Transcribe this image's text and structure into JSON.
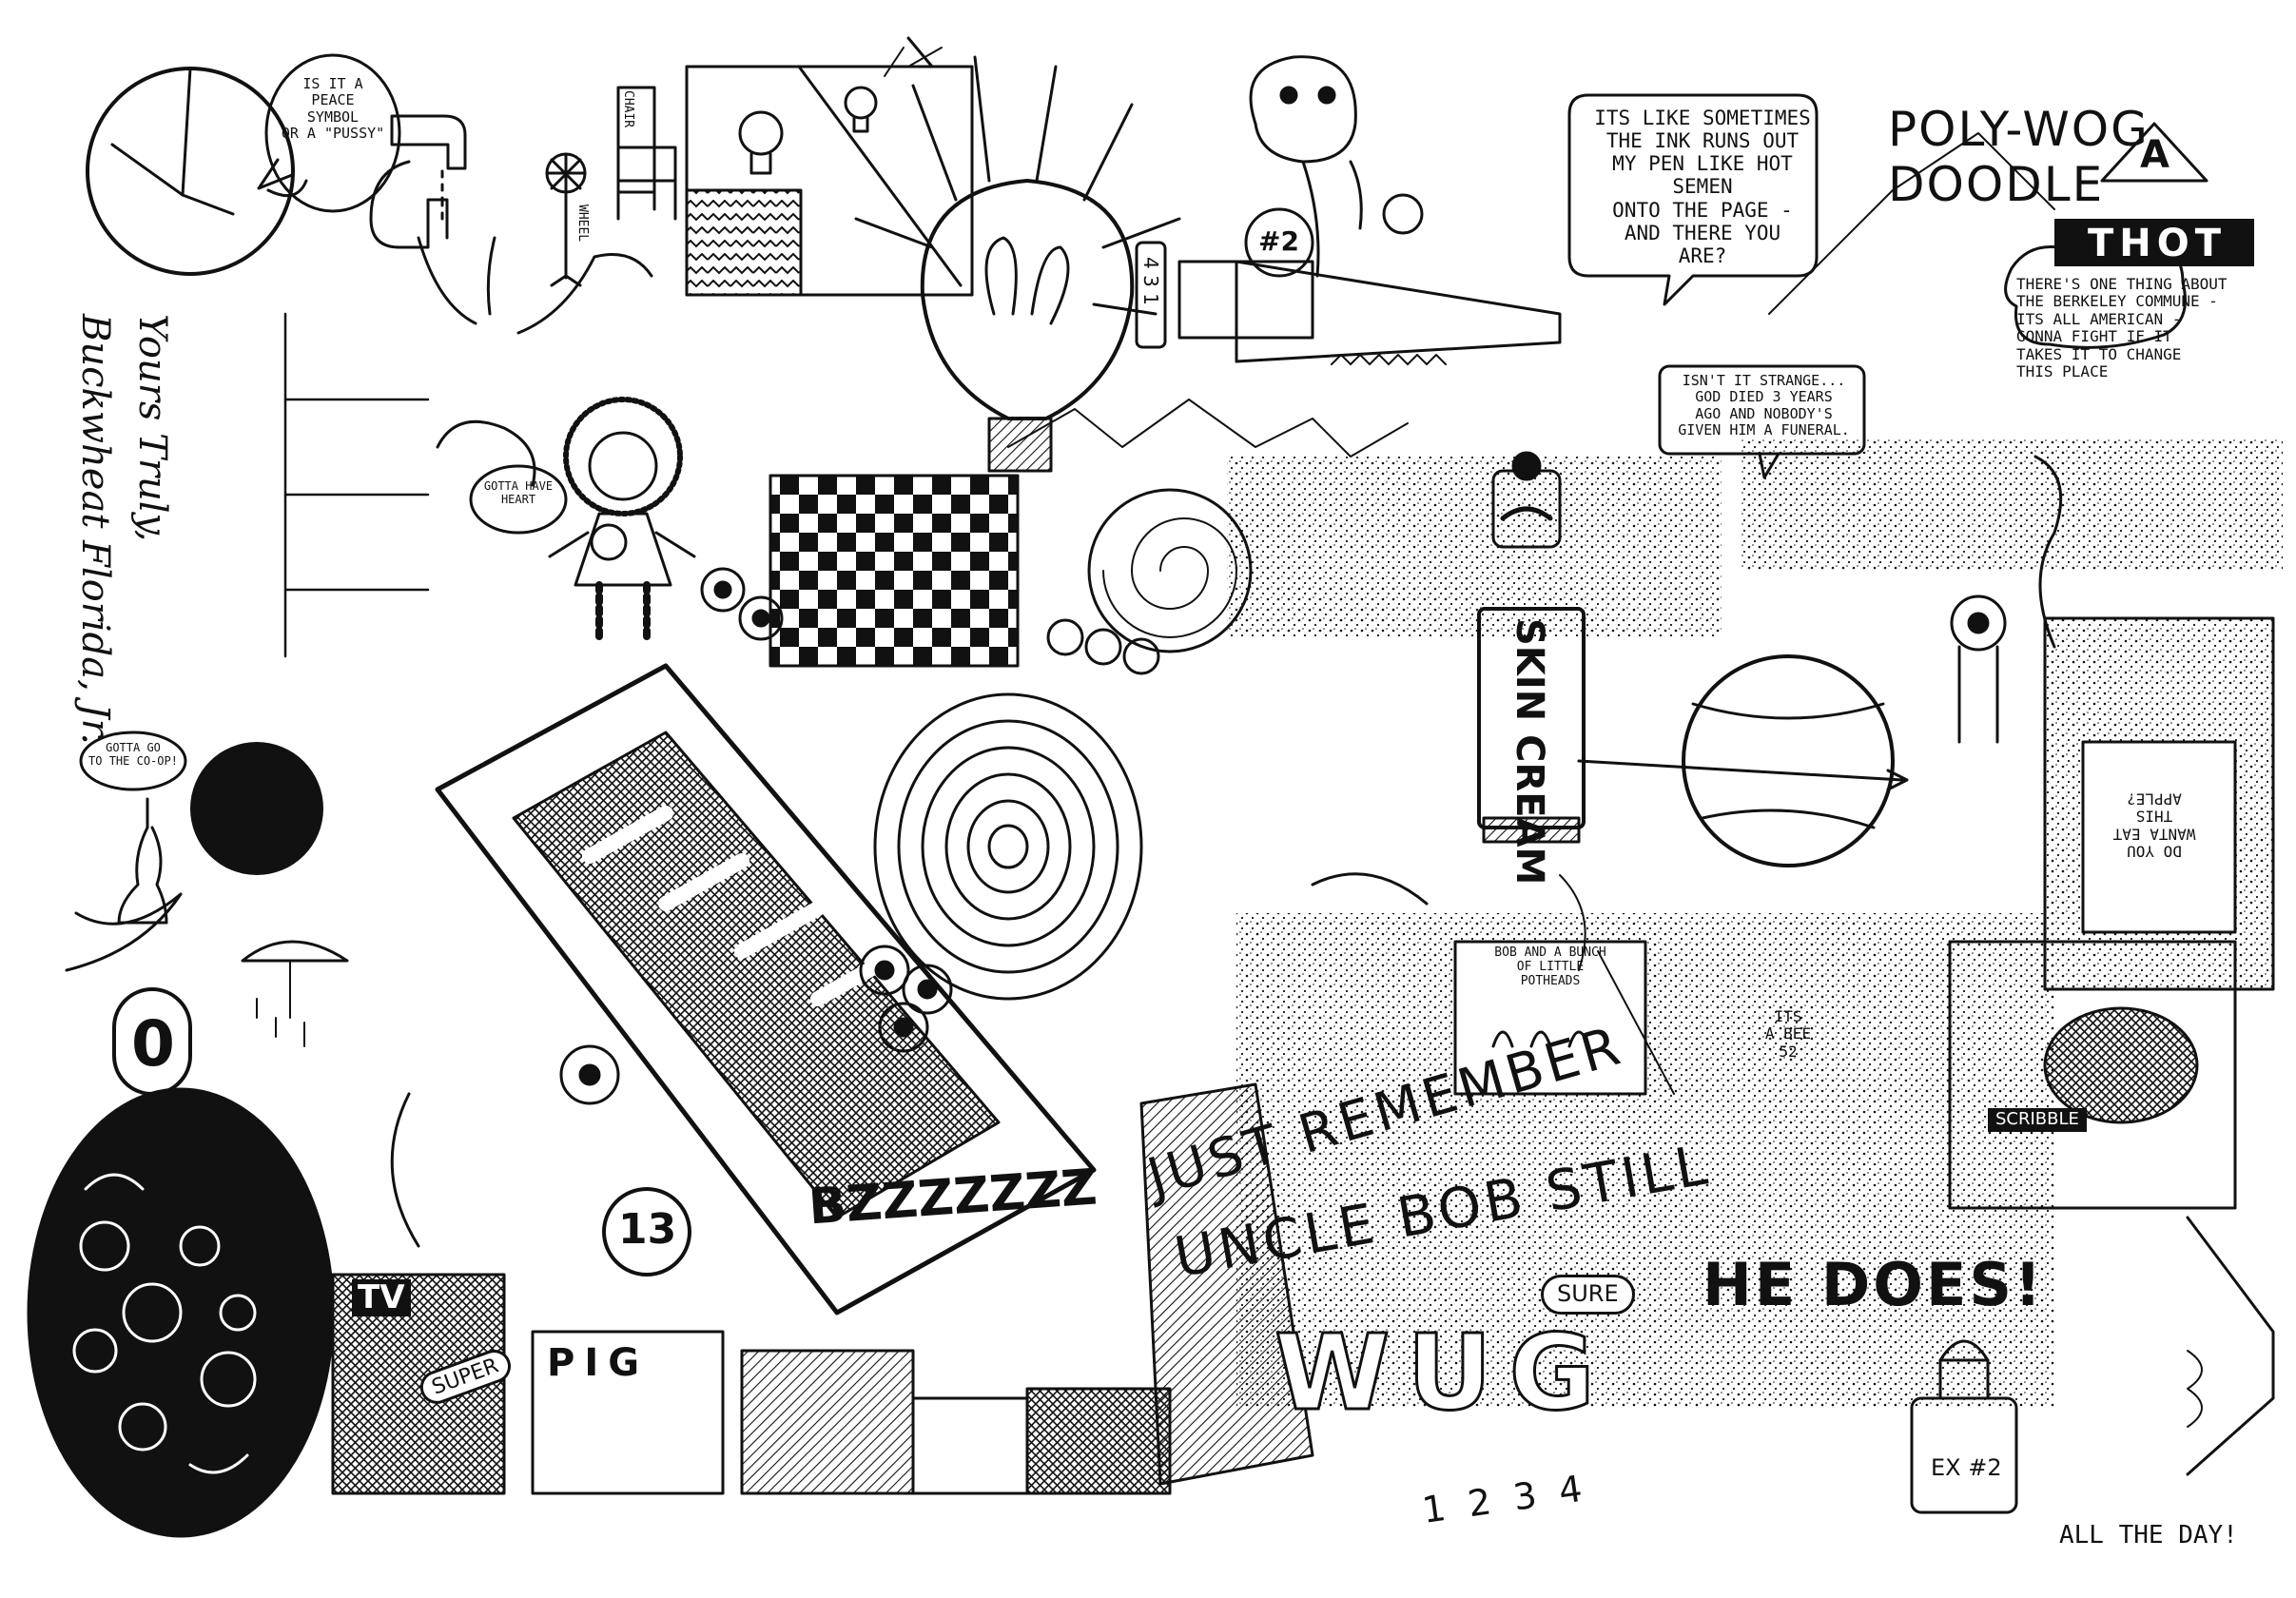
{
  "title": "POLY-WOG DOODLE",
  "thot": {
    "a": "A",
    "word": "THOT"
  },
  "bubbles": {
    "ink": "ITS LIKE SOMETIMES\nTHE INK RUNS OUT\nMY PEN LIKE HOT SEMEN\nONTO THE PAGE -\nAND THERE YOU\nARE?",
    "god": "ISN'T IT STRANGE...\nGOD DIED 3 YEARS\nAGO AND NOBODY'S\nGIVEN HIM A FUNERAL.",
    "commune": "THERE'S ONE THING ABOUT\nTHE BERKELEY COMMUNE -\nITS ALL AMERICAN -\nGONNA FIGHT IF IT\nTAKES IT TO CHANGE\nTHIS PLACE",
    "peace": "IS IT A\nPEACE\nSYMBOL\nOR A \"PUSSY\"",
    "coop": "GOTTA GO\nTO THE CO-OP!",
    "heart": "GOTTA HAVE\nHEART",
    "bee": "ITS\nA BEE\n52",
    "apple": "DO YOU\nWANTA EAT\nTHIS\nAPPLE?",
    "bob": "BOB AND A BUNCH\nOF LITTLE\nPOTHEADS"
  },
  "labels": {
    "chair": "CHAIR",
    "wheel": "WHEEL",
    "saw_numbers": "4 3 1",
    "badge": "#2",
    "skin_cream": "SKIN CREAM",
    "bzz": "BZZZZZZZ",
    "thirteen": "13",
    "tv": "TV",
    "super": "SUPER",
    "pig": "PIG",
    "sure": "SURE",
    "he_does": "HE DOES!",
    "wug": "WUG",
    "numbers": "1 2 3 4",
    "ex2": "EX #2",
    "scribble": "SCRIBBLE",
    "zero": "0",
    "all_the_day": "ALL THE DAY!",
    "signature": "Yours Truly,\nBuckwheat Florida, Jr."
  },
  "banner": {
    "line1": "JUST REMEMBER",
    "line2": "UNCLE BOB STILL"
  },
  "colors": {
    "ink": "#111111",
    "paper": "#ffffff"
  }
}
